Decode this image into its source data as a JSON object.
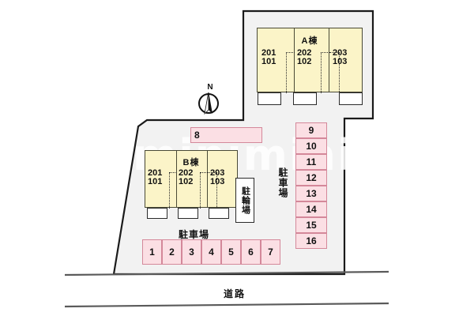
{
  "site": {
    "road_label": "道路",
    "compass_label": "N",
    "watermark": "minimini"
  },
  "buildings": [
    {
      "id": "a",
      "title": "A棟",
      "units": [
        {
          "upper": "201",
          "lower": "101"
        },
        {
          "upper": "202",
          "lower": "102"
        },
        {
          "upper": "203",
          "lower": "103"
        }
      ]
    },
    {
      "id": "b",
      "title": "B棟",
      "units": [
        {
          "upper": "201",
          "lower": "101"
        },
        {
          "upper": "202",
          "lower": "102"
        },
        {
          "upper": "203",
          "lower": "103"
        }
      ]
    }
  ],
  "parking": {
    "bottom_label": "駐車場",
    "right_label": "駐車場",
    "bike_label": "駐輪場",
    "bottom_stalls": [
      "1",
      "2",
      "3",
      "4",
      "5",
      "6",
      "7"
    ],
    "upper_stall": "8",
    "right_stalls": [
      "9",
      "10",
      "11",
      "12",
      "13",
      "14",
      "15",
      "16"
    ]
  },
  "colors": {
    "building_fill": "#fbf4c8",
    "building_stroke": "#4a4a36",
    "stall_fill": "#fbdfe4",
    "stall_stroke": "#d4889a",
    "lot_fill": "#f2f2f2",
    "lot_stroke": "#1a1a1a",
    "road_stroke": "#5a5a5a"
  }
}
